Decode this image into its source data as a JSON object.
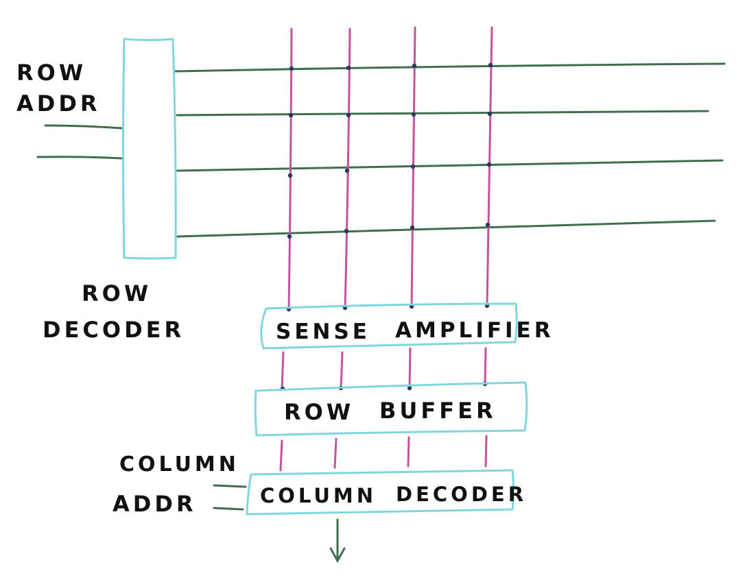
{
  "labels": {
    "row_addr_line1": "ROW",
    "row_addr_line2": "ADDR",
    "row_decoder_line1": "ROW",
    "row_decoder_line2": "DECODER",
    "sense_amplifier_word1": "SENSE",
    "sense_amplifier_word2": "AMPLIFIER",
    "row_buffer_word1": "ROW",
    "row_buffer_word2": "BUFFER",
    "column_addr_line1": "COLUMN",
    "column_addr_line2": "ADDR",
    "column_decoder_word1": "COLUMN",
    "column_decoder_word2": "DECODER"
  },
  "colors": {
    "box_outline": "#7fd6dc",
    "word_line": "#3f6e4f",
    "bit_line": "#c2549a",
    "junction_dot": "#2b3a5c",
    "text": "#111111",
    "output_arrow": "#3f6e4f"
  }
}
